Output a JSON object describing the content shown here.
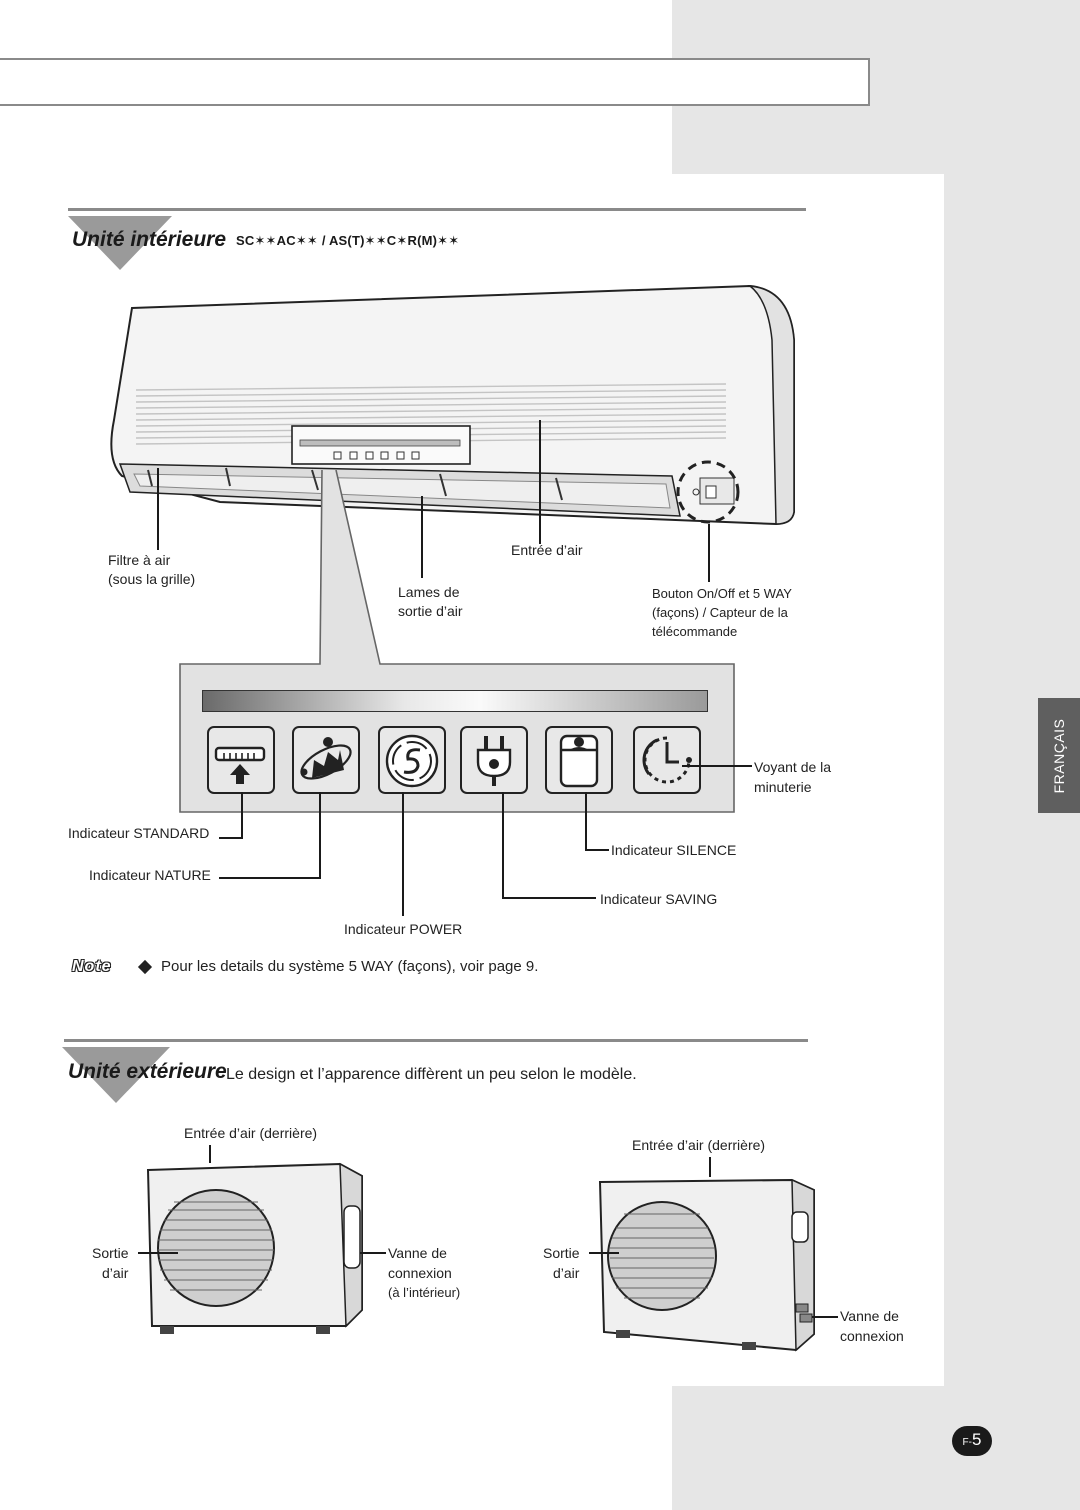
{
  "indoor": {
    "title": "Unité intérieure",
    "model": "SC✶✶AC✶✶ / AS(T)✶✶C✶R(M)✶✶",
    "labels": {
      "filter_1": "Filtre à air",
      "filter_2": "(sous la grille)",
      "intake": "Entrée d’air",
      "blades_1": "Lames de",
      "blades_2": "sortie d’air",
      "button_1": "Bouton On/Off et 5 WAY",
      "button_2": "(façons) / Capteur de la",
      "button_3": "télécommande",
      "timer_1": "Voyant de la",
      "timer_2": "minuterie",
      "standard": "Indicateur STANDARD",
      "nature": "Indicateur NATURE",
      "power": "Indicateur POWER",
      "saving": "Indicateur SAVING",
      "silence": "Indicateur SILENCE"
    }
  },
  "note": {
    "tag": "Note",
    "text": "Pour les details du système 5 WAY (façons), voir page 9."
  },
  "outdoor": {
    "title": "Unité extérieure",
    "subtitle": "Le design et l’apparence diffèrent un peu selon le modèle.",
    "left": {
      "intake": "Entrée d’air (derrière)",
      "outlet_1": "Sortie",
      "outlet_2": "d’air",
      "valve_1": "Vanne de",
      "valve_2": "connexion",
      "valve_3": "(à l’intérieur)"
    },
    "right": {
      "intake": "Entrée d’air (derrière)",
      "outlet_1": "Sortie",
      "outlet_2": "d’air",
      "valve_1": "Vanne de",
      "valve_2": "connexion"
    }
  },
  "side_tab": "FRANÇAIS",
  "page_number": {
    "prefix": "F-",
    "number": "5"
  },
  "icons": [
    "standard-icon",
    "nature-icon",
    "power-icon",
    "saving-icon",
    "silence-icon",
    "timer-icon"
  ]
}
